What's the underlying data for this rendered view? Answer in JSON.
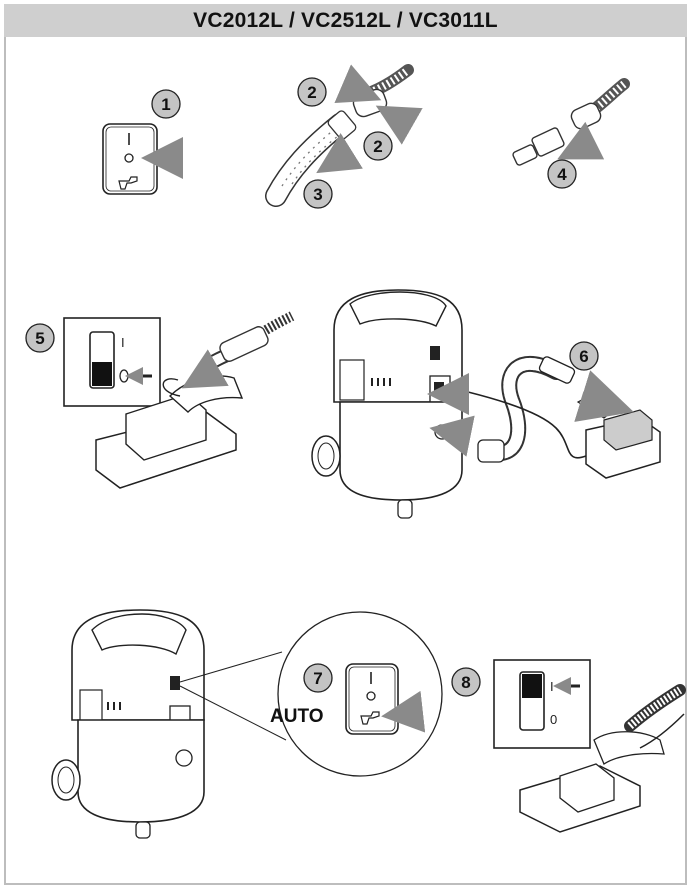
{
  "header": {
    "title": "VC2012L / VC2512L / VC3011L"
  },
  "steps": [
    {
      "number": "1"
    },
    {
      "number": "2"
    },
    {
      "number": "2"
    },
    {
      "number": "3"
    },
    {
      "number": "4"
    },
    {
      "number": "5"
    },
    {
      "number": "6"
    },
    {
      "number": "7"
    },
    {
      "number": "8"
    }
  ],
  "switch": {
    "on_mark": "I",
    "off_mark": "0",
    "auto_label": "AUTO"
  },
  "colors": {
    "badge": "#c4c4c4",
    "arrow": "#8a8a8a",
    "line": "#333333",
    "title_bg": "#cfcfcf"
  }
}
